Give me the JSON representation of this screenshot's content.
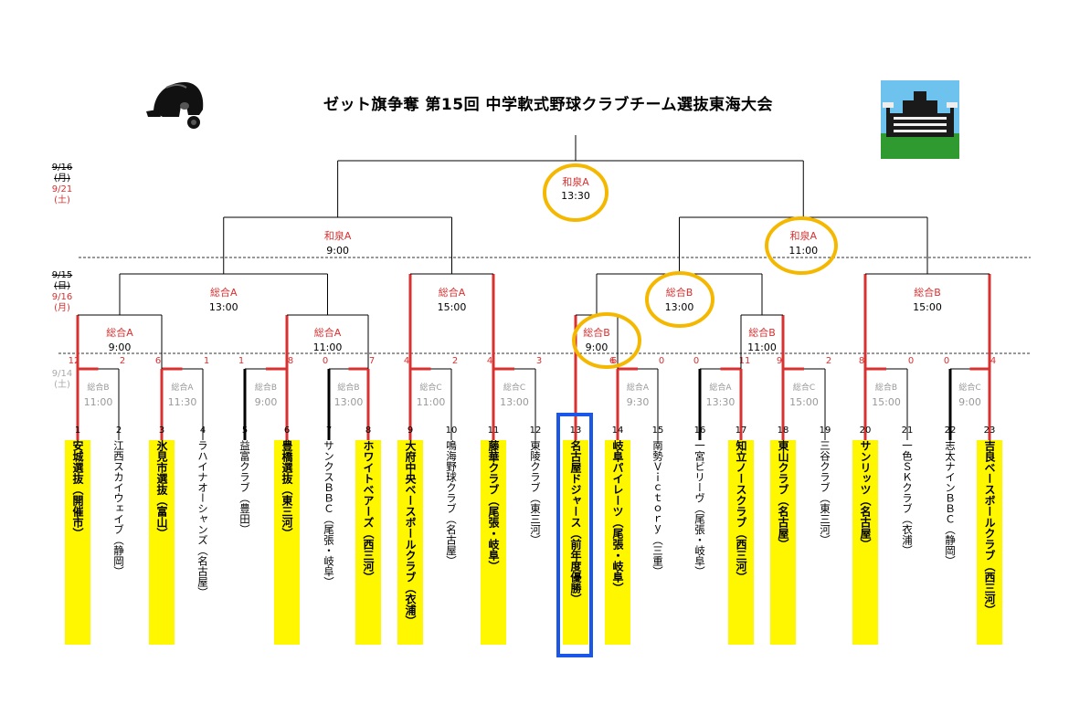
{
  "title": "ゼット旗争奪 第15回 中学軟式野球クラブチーム選抜東海大会",
  "icons": {
    "left": "batting-helmet-icon",
    "right": "stadium-icon"
  },
  "colors": {
    "winner_line": "#d93030",
    "loser_line": "#000000",
    "winner_fill": "#fff700",
    "venue_text": "#d93030",
    "past_text": "#999999",
    "circle": "#f5b800",
    "box": "#1a56e8"
  },
  "dates": [
    {
      "old1": "9/16",
      "old2": "(月)",
      "new1": "9/21",
      "new2": "(土)"
    },
    {
      "old1": "9/15",
      "old2": "(日)",
      "new1": "9/16",
      "new2": "(月)"
    },
    {
      "past1": "9/14",
      "past2": "(土)"
    }
  ],
  "final": {
    "venue": "和泉A",
    "time": "13:30"
  },
  "semis": [
    {
      "venue": "和泉A",
      "time": "9:00"
    },
    {
      "venue": "和泉A",
      "time": "11:00"
    }
  ],
  "qf": [
    {
      "venue": "総合A",
      "time": "13:00"
    },
    {
      "venue": "総合A",
      "time": "15:00"
    },
    {
      "venue": "総合B",
      "time": "13:00"
    },
    {
      "venue": "総合B",
      "time": "15:00"
    }
  ],
  "r2": [
    {
      "venue": "総合A",
      "time": "9:00"
    },
    {
      "venue": "総合A",
      "time": "11:00"
    },
    {
      "venue": "総合B",
      "time": "9:00"
    },
    {
      "venue": "総合B",
      "time": "11:00"
    }
  ],
  "r1": [
    {
      "venue": "総合B",
      "time": "11:00",
      "scores": [
        "12",
        "2"
      ]
    },
    {
      "venue": "総合A",
      "time": "11:30",
      "scores": [
        "6",
        "1"
      ]
    },
    {
      "venue": "総合B",
      "time": "9:00",
      "scores": [
        "1",
        "8"
      ]
    },
    {
      "venue": "総合B",
      "time": "13:00",
      "scores": [
        "0",
        "7"
      ]
    },
    {
      "venue": "総合C",
      "time": "11:00",
      "scores": [
        "4",
        "2"
      ]
    },
    {
      "venue": "総合C",
      "time": "13:00",
      "scores": [
        "4",
        "3"
      ]
    },
    {
      "venue": "総合A",
      "time": "9:30",
      "scores": [
        "6",
        "0"
      ]
    },
    {
      "venue": "総合A",
      "time": "13:30",
      "scores": [
        "0",
        "11"
      ]
    },
    {
      "venue": "総合C",
      "time": "15:00",
      "scores": [
        "9",
        "2"
      ]
    },
    {
      "venue": "総合B",
      "time": "15:00",
      "scores": [
        "8",
        "0"
      ]
    },
    {
      "venue": "総合C",
      "time": "9:00",
      "scores": [
        "0",
        "4"
      ]
    }
  ],
  "bye_score": "8",
  "teams": [
    {
      "seed": "1",
      "name": "安城選抜（開催市）",
      "win": true
    },
    {
      "seed": "2",
      "name": "江西スカイウェイブ（静岡）",
      "win": false
    },
    {
      "seed": "3",
      "name": "氷見市選抜（富山）",
      "win": true
    },
    {
      "seed": "4",
      "name": "ラハイナオーシャンズ（名古屋）",
      "win": false
    },
    {
      "seed": "5",
      "name": "益富クラブ（豊田）",
      "win": false
    },
    {
      "seed": "6",
      "name": "豊橋選抜（東三河）",
      "win": true
    },
    {
      "seed": "7",
      "name": "サンクスＢＢＣ（尾張・岐阜）",
      "win": false
    },
    {
      "seed": "8",
      "name": "ホワイトベアーズ（西三河）",
      "win": true
    },
    {
      "seed": "9",
      "name": "大府中央ベースボールクラブ（衣浦）",
      "win": true
    },
    {
      "seed": "10",
      "name": "鳴海野球クラブ（名古屋）",
      "win": false
    },
    {
      "seed": "11",
      "name": "藤華クラブ（尾張・岐阜）",
      "win": true
    },
    {
      "seed": "12",
      "name": "東陵クラブ（東三河）",
      "win": false
    },
    {
      "seed": "13",
      "name": "名古屋ドジャース（前年度優勝）",
      "win": true
    },
    {
      "seed": "14",
      "name": "岐阜パイレーツ（尾張・岐阜）",
      "win": true
    },
    {
      "seed": "15",
      "name": "南勢Ｖｉｃｔｏｒｙ（三重）",
      "win": false
    },
    {
      "seed": "16",
      "name": "一宮ビリーヴ（尾張・岐阜）",
      "win": false
    },
    {
      "seed": "17",
      "name": "知立ノースクラブ（西三河）",
      "win": true
    },
    {
      "seed": "18",
      "name": "東山クラブ（名古屋）",
      "win": true
    },
    {
      "seed": "19",
      "name": "三谷クラブ（東三河）",
      "win": false
    },
    {
      "seed": "20",
      "name": "サンリッツ（名古屋）",
      "win": true
    },
    {
      "seed": "21",
      "name": "一色ＳＫクラブ（衣浦）",
      "win": false
    },
    {
      "seed": "22",
      "name": "志太ナインＢＢＣ（静岡）",
      "win": false
    },
    {
      "seed": "23",
      "name": "吉良ベースボールクラブ（西三河）",
      "win": true
    }
  ]
}
